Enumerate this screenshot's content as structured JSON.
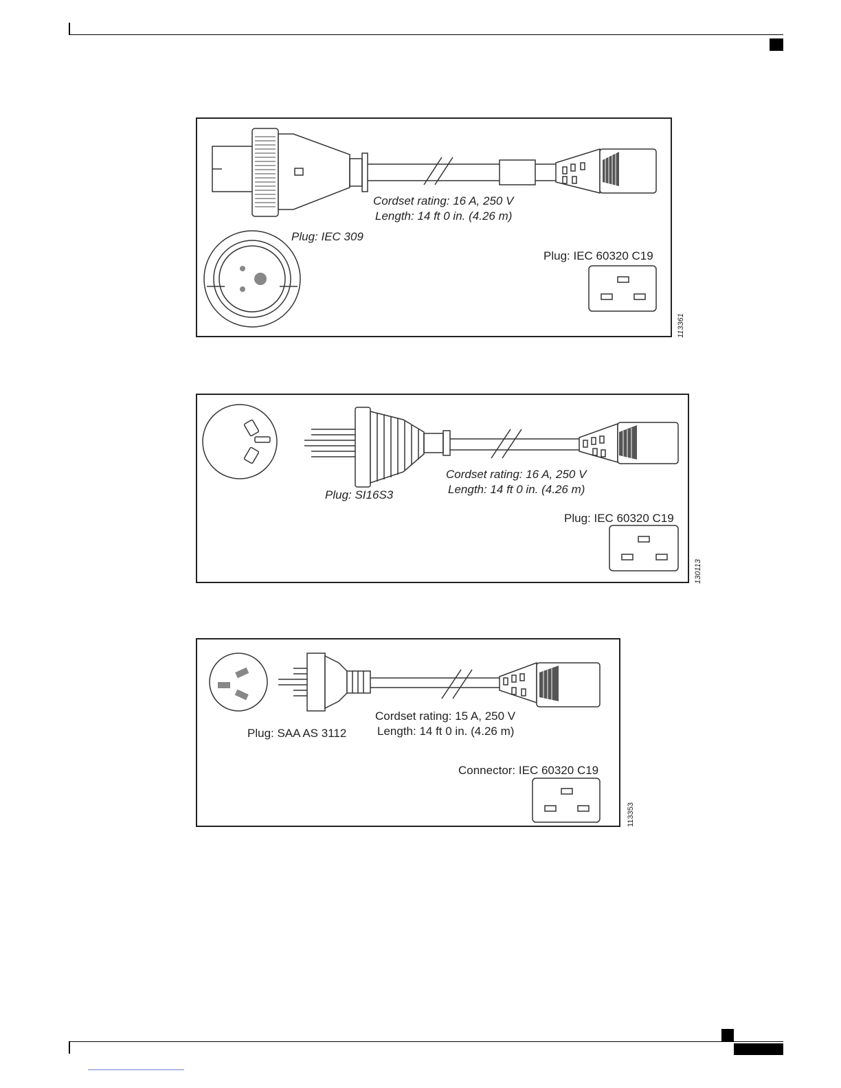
{
  "figures": [
    {
      "cordset_rating": "Cordset rating: 16 A, 250 V",
      "length": "Length: 14 ft 0 in. (4.26 m)",
      "plug": "Plug: IEC 309",
      "connector": "Plug: IEC 60320 C19",
      "figure_id": "113361"
    },
    {
      "cordset_rating": "Cordset rating: 16 A, 250 V",
      "length": "Length: 14 ft 0 in. (4.26 m)",
      "plug": "Plug: SI16S3",
      "connector": "Plug: IEC 60320 C19",
      "figure_id": "130113"
    },
    {
      "cordset_rating": "Cordset rating: 15 A, 250 V",
      "length": "Length: 14 ft 0 in. (4.26 m)",
      "plug": "Plug: SAA AS 3112",
      "connector": "Connector: IEC 60320 C19",
      "figure_id": "113353"
    }
  ]
}
